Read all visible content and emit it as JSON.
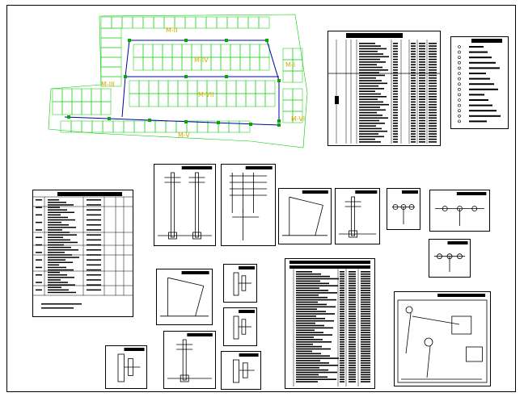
{
  "drawing": {
    "type": "electrical distribution layout sheet",
    "colors": {
      "lot_lines": "#00cc00",
      "network_lines": "#0000aa",
      "poles": "#00aa00",
      "zone_labels": "#d8a800",
      "ink": "#000000"
    }
  },
  "site_plan": {
    "zone_labels": [
      {
        "id": "z1",
        "text": "M-II"
      },
      {
        "id": "z2",
        "text": "M-IV"
      },
      {
        "id": "z3",
        "text": "M-I"
      },
      {
        "id": "z4",
        "text": "M-III"
      },
      {
        "id": "z5",
        "text": "M-VII"
      },
      {
        "id": "z6",
        "text": "M-V"
      },
      {
        "id": "z7",
        "text": "M-VI"
      }
    ]
  },
  "panels": {
    "schedule_table": "top-right schedule table",
    "legend": "legend panel",
    "bill_of_materials": "left quantities table",
    "details": [
      "pole-detail-1",
      "pole-detail-2",
      "stay-detail",
      "pole-detail-3",
      "pole-detail-4",
      "fitting-detail-1",
      "fitting-detail-2",
      "fitting-detail-3",
      "stay-detail-2",
      "bracket-1",
      "bracket-2",
      "bracket-3",
      "bracket-4",
      "pole-detail-5",
      "long-list-table",
      "isometric-detail"
    ]
  }
}
